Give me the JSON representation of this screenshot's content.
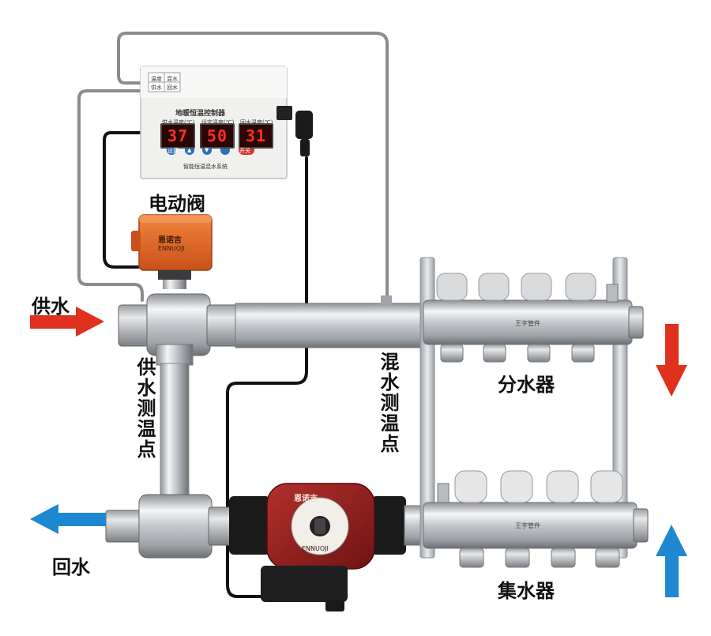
{
  "labels": {
    "electric_valve": "电动阀",
    "supply_water": "供水",
    "return_water": "回水",
    "supply_temp_point": "供水测温点",
    "mix_temp_point": "混水测温点",
    "distributor": "分水器",
    "collector": "集水器"
  },
  "controller": {
    "title": "地暖恒温控制器",
    "display_labels": [
      "供水温度(℃)",
      "设定温度(℃)",
      "回水温度(℃)"
    ],
    "displays": [
      "37",
      "50",
      "31"
    ],
    "buttons": [
      "设置",
      "▲",
      "▼",
      "开关"
    ],
    "side_labels": [
      "温度",
      "混水",
      "供水",
      "回水"
    ],
    "footer": "智能恒温混水系统"
  },
  "valve": {
    "brand": "恩诺吉",
    "brand_en": "ENNUOJI"
  },
  "pump": {
    "brand": "恩诺吉",
    "brand_en": "ENNUOJI"
  },
  "manifold_text": "王字管件",
  "colors": {
    "supply_arrow": "#e0301e",
    "return_arrow": "#1e88d0",
    "valve_body": "#e8621e",
    "pump_body": "#8e1a1a"
  }
}
